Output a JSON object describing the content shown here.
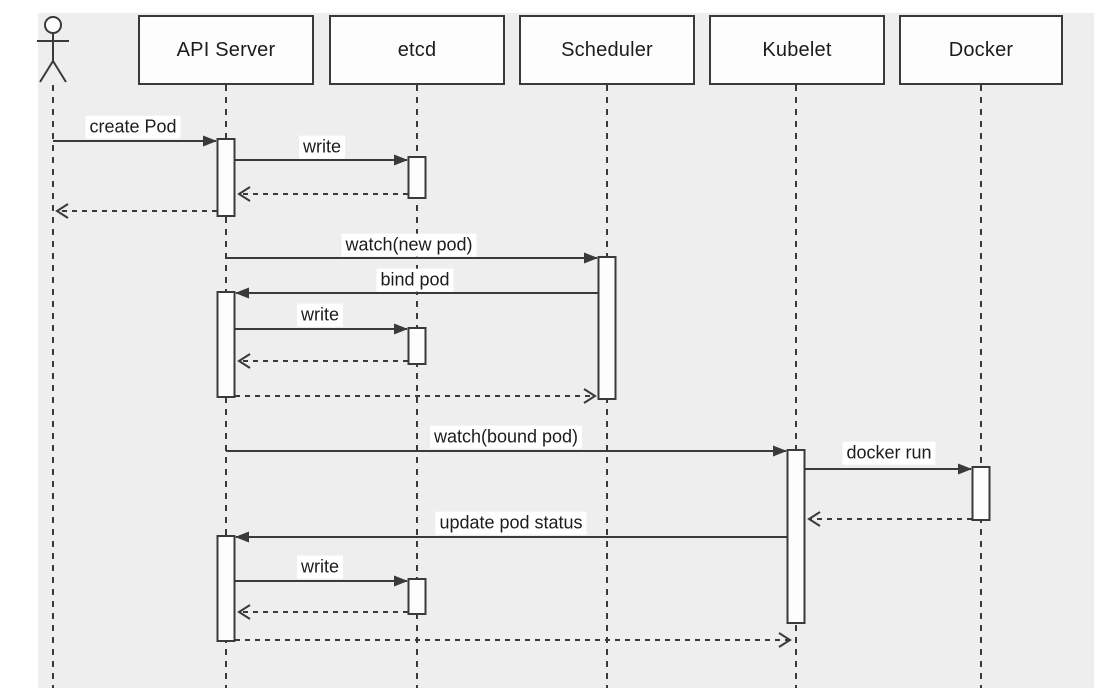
{
  "diagram_type": "uml-sequence-diagram",
  "colors": {
    "canvas_background": "#eeeeee",
    "page_margin": "#ffffff",
    "line": "#3a3a3a",
    "shape_fill": "#fdfdfd",
    "text": "#1c1c1c"
  },
  "participants": [
    {
      "id": "user",
      "label": "",
      "type": "actor"
    },
    {
      "id": "api-server",
      "label": "API Server",
      "type": "box"
    },
    {
      "id": "etcd",
      "label": "etcd",
      "type": "box"
    },
    {
      "id": "scheduler",
      "label": "Scheduler",
      "type": "box"
    },
    {
      "id": "kubelet",
      "label": "Kubelet",
      "type": "box"
    },
    {
      "id": "docker",
      "label": "Docker",
      "type": "box"
    }
  ],
  "messages": [
    {
      "label": "create Pod",
      "from": "user",
      "to": "api-server",
      "kind": "call"
    },
    {
      "label": "write",
      "from": "api-server",
      "to": "etcd",
      "kind": "call"
    },
    {
      "label": "",
      "from": "etcd",
      "to": "api-server",
      "kind": "return"
    },
    {
      "label": "",
      "from": "api-server",
      "to": "user",
      "kind": "return"
    },
    {
      "label": "watch(new pod)",
      "from": "api-server",
      "to": "scheduler",
      "kind": "call"
    },
    {
      "label": "bind pod",
      "from": "scheduler",
      "to": "api-server",
      "kind": "call"
    },
    {
      "label": "write",
      "from": "api-server",
      "to": "etcd",
      "kind": "call"
    },
    {
      "label": "",
      "from": "etcd",
      "to": "api-server",
      "kind": "return"
    },
    {
      "label": "",
      "from": "api-server",
      "to": "scheduler",
      "kind": "return"
    },
    {
      "label": "watch(bound pod)",
      "from": "api-server",
      "to": "kubelet",
      "kind": "call"
    },
    {
      "label": "docker run",
      "from": "kubelet",
      "to": "docker",
      "kind": "call"
    },
    {
      "label": "",
      "from": "docker",
      "to": "kubelet",
      "kind": "return"
    },
    {
      "label": "update pod status",
      "from": "kubelet",
      "to": "api-server",
      "kind": "call"
    },
    {
      "label": "write",
      "from": "api-server",
      "to": "etcd",
      "kind": "call"
    },
    {
      "label": "",
      "from": "etcd",
      "to": "api-server",
      "kind": "return"
    },
    {
      "label": "",
      "from": "api-server",
      "to": "kubelet",
      "kind": "return"
    }
  ]
}
